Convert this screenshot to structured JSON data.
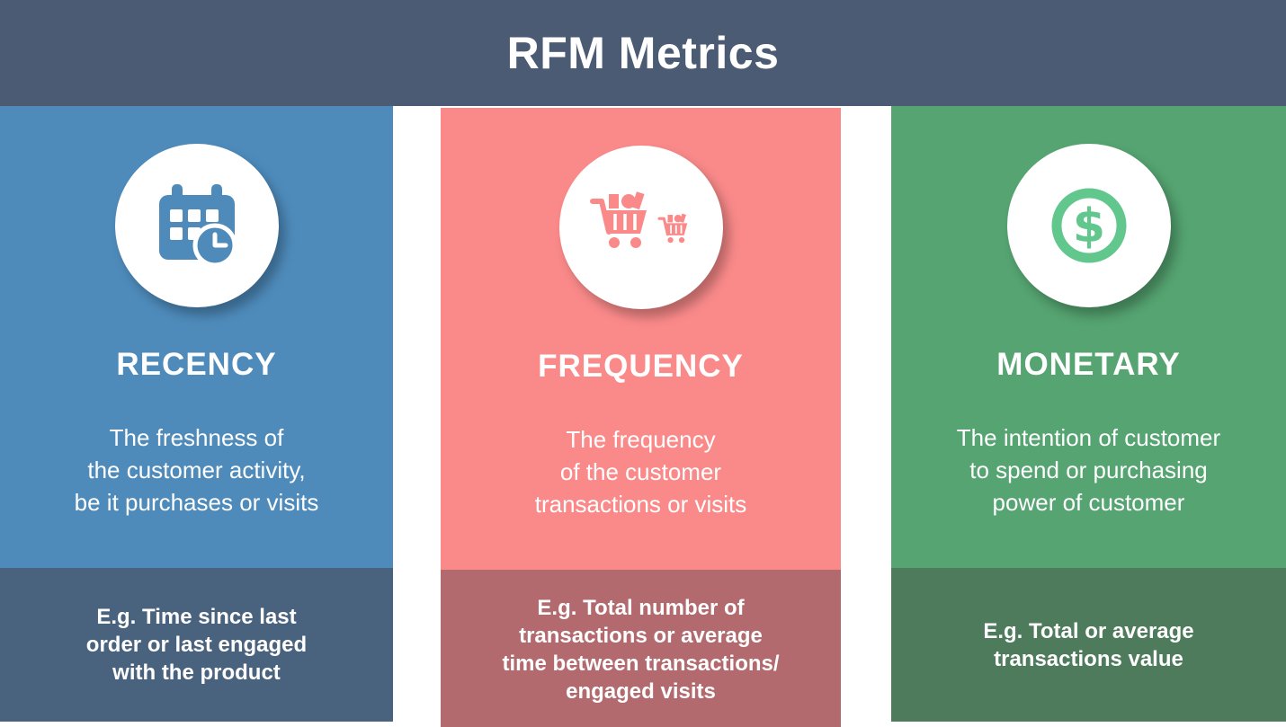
{
  "header": {
    "title": "RFM Metrics",
    "bg": "#4A5B73"
  },
  "columns": [
    {
      "key": "recency",
      "title": "RECENCY",
      "description": "The freshness of\nthe customer activity,\nbe it purchases or visits",
      "example": "E.g. Time since last\norder or last engaged\nwith the product",
      "icon": "calendar-clock-icon",
      "colors": {
        "main": "#4E8BBB",
        "footer": "#49637F",
        "icon": "#4E8BBB"
      }
    },
    {
      "key": "frequency",
      "title": "FREQUENCY",
      "description": "The frequency\nof the customer\ntransactions or visits",
      "example": "E.g. Total number of\ntransactions or average\ntime between transactions/\nengaged visits",
      "icon": "shopping-carts-icon",
      "colors": {
        "main": "#FA8A8A",
        "footer": "#B26A6E",
        "icon": "#FA8A8A"
      }
    },
    {
      "key": "monetary",
      "title": "MONETARY",
      "description": "The intention of customer\nto spend or purchasing\npower of customer",
      "example": "E.g. Total or average\ntransactions value",
      "icon": "dollar-coin-icon",
      "colors": {
        "main": "#55A471",
        "footer": "#4D7B5B",
        "icon": "#62C78C"
      }
    }
  ]
}
